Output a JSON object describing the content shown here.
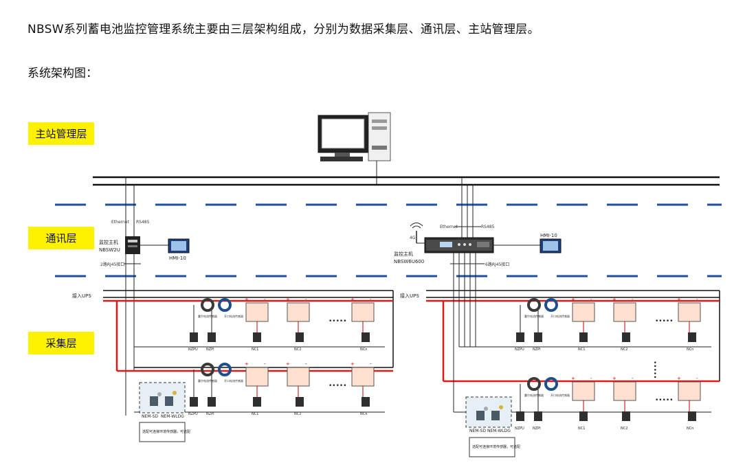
{
  "intro": "NBSW系列蓄电池监控管理系统主要由三层架构组成，分别为数据采集层、通讯层、主站管理层。",
  "subtitle": "系统架构图：",
  "layers": {
    "master": "主站管理层",
    "comm": "通讯层",
    "collect": "采集层"
  },
  "left": {
    "ethernet": "Ethernet",
    "rs485": "RS485",
    "host_title": "监控主机",
    "host_model": "NBSW2U",
    "rj45": "2路RJ45接口",
    "hmi": "HMI-10",
    "ups": "接入UPS"
  },
  "right": {
    "g4": "4G",
    "ethernet": "Ethernet",
    "rs485": "RS485",
    "host_title": "监控主机",
    "host_model": "NBSW6U600",
    "rj45": "6路RJ45接口",
    "hmi": "HMI-10",
    "ups": "接入UPS"
  },
  "modules": {
    "nzpu": "NZPU",
    "nzpi": "NZPI",
    "nc1": "NC1",
    "nc2": "NC2",
    "ncn": "NCn",
    "sensor_a": "霍尔电流传感器",
    "sensor_b": "开口电流传感器",
    "plus": "+",
    "minus": "-",
    "dots": "•••••",
    "env1": "NEM-SD",
    "env2": "NEM-WLDG",
    "env_note": "选配可连接环境传感器，可选配"
  }
}
